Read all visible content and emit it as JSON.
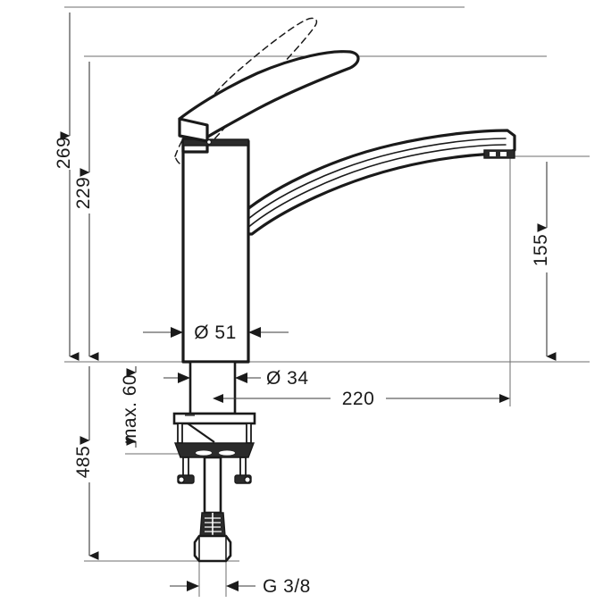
{
  "drawing": {
    "title": "Kitchen mixer tap technical dimension drawing",
    "product": "single-lever kitchen mixer",
    "units": "mm",
    "background_color": "#ffffff",
    "line_color": "#1a1a1a",
    "dimension_color": "#3a3a3a"
  },
  "dimensions": {
    "height_overall": {
      "label": "269",
      "orientation": "vertical",
      "position": "left-outer",
      "description": "overall height to top of raised lever"
    },
    "height_body": {
      "label": "229",
      "orientation": "vertical",
      "position": "left-inner",
      "description": "height to top of lever in closed position"
    },
    "height_spout": {
      "label": "155",
      "orientation": "vertical",
      "position": "right",
      "description": "spout outlet height above deck"
    },
    "reach": {
      "label": "220",
      "orientation": "horizontal",
      "position": "center",
      "description": "spout reach from shaft centre"
    },
    "diameter_body": {
      "label": "Ø 51",
      "orientation": "horizontal",
      "position": "body-column",
      "description": "body column diameter"
    },
    "diameter_shank": {
      "label": "Ø 34",
      "orientation": "horizontal",
      "position": "shank",
      "description": "shank diameter"
    },
    "deck_thickness": {
      "label": "max. 60",
      "orientation": "vertical",
      "position": "left-of-shank",
      "description": "maximum worktop thickness"
    },
    "total_depth": {
      "label": "485",
      "orientation": "vertical",
      "position": "left",
      "description": "overall depth including connection"
    },
    "thread": {
      "label": "G 3/8",
      "orientation": "horizontal",
      "position": "bottom",
      "description": "supply connection thread size"
    }
  }
}
